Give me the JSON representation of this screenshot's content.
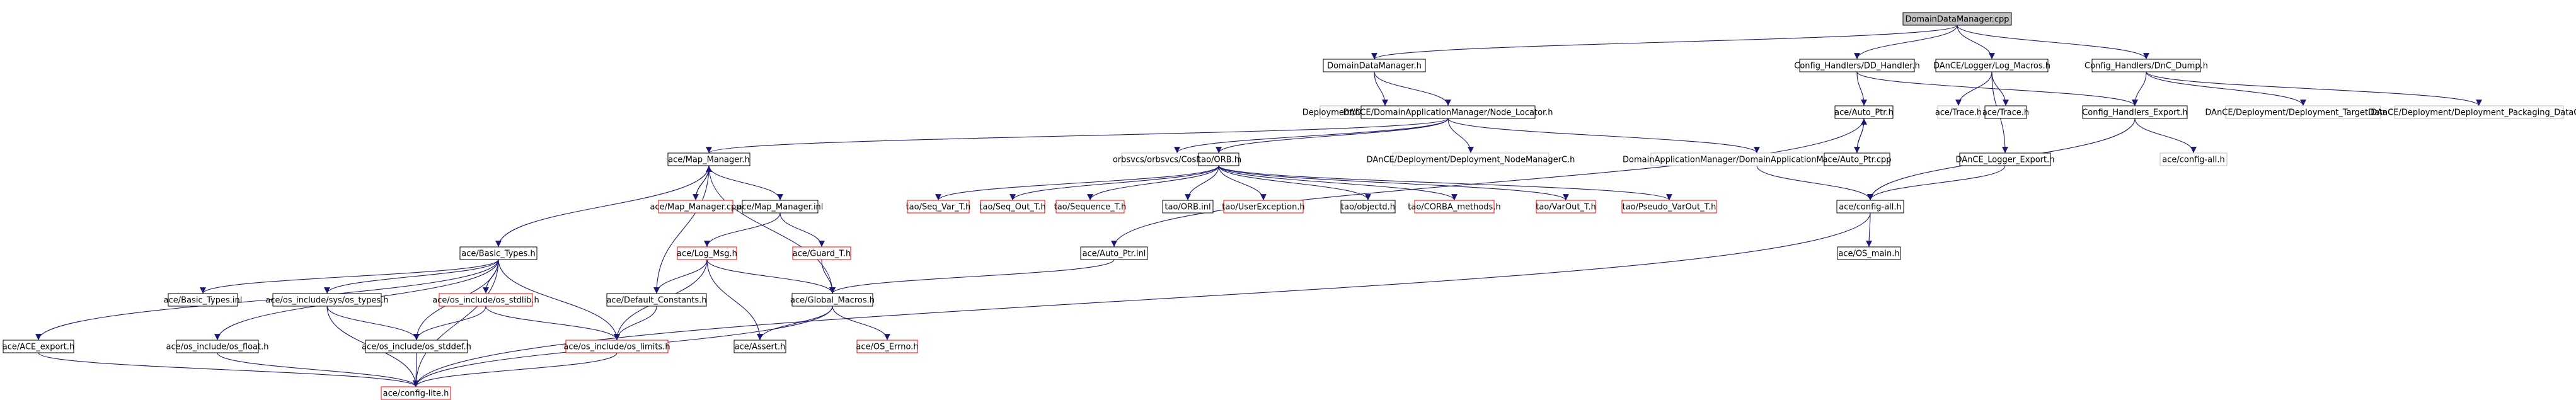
{
  "colors": {
    "edge": "#191970",
    "node_border_default": "#000000",
    "node_border_missing": "#ff0000",
    "node_border_plain": "#bfbfbf",
    "root_fill": "#bfbfbf",
    "background": "#ffffff"
  },
  "nodes": {
    "root": {
      "label": "DomainDataManager.cpp",
      "kind": "root"
    },
    "ddm_h": {
      "label": "DomainDataManager.h",
      "kind": "normal"
    },
    "cfg_dd": {
      "label": "Config_Handlers/DD_Handler.h",
      "kind": "normal"
    },
    "log_macros": {
      "label": "DAnCE/Logger/Log_Macros.h",
      "kind": "normal"
    },
    "cfg_dnc": {
      "label": "Config_Handlers/DnC_Dump.h",
      "kind": "normal"
    },
    "dep_target": {
      "label": "Deployment/Deployment_TargetDataC.h",
      "kind": "plain"
    },
    "node_locator": {
      "label": "DAnCE/DomainApplicationManager/Node_Locator.h",
      "kind": "normal"
    },
    "auto_ptr_h": {
      "label": "ace/Auto_Ptr.h",
      "kind": "normal"
    },
    "ace_trace_h1": {
      "label": "ace/Trace.h",
      "kind": "plain"
    },
    "ace_trace_h2": {
      "label": "ace/Trace.h",
      "kind": "normal"
    },
    "cfg_export": {
      "label": "Config_Handlers_Export.h",
      "kind": "normal"
    },
    "dance_dep_target": {
      "label": "DAnCE/Deployment/Deployment_TargetDataC.h",
      "kind": "plain"
    },
    "dance_dep_pkg": {
      "label": "DAnCE/Deployment/Deployment_Packaging_DataC.h",
      "kind": "plain"
    },
    "map_manager_h": {
      "label": "ace/Map_Manager.h",
      "kind": "normal"
    },
    "cosnaming": {
      "label": "orbsvcs/orbsvcs/CosNamingC.h",
      "kind": "plain"
    },
    "tao_orb": {
      "label": "tao/ORB.h",
      "kind": "normal"
    },
    "dep_nodemgr": {
      "label": "DAnCE/Deployment/Deployment_NodeManagerC.h",
      "kind": "plain"
    },
    "dam_export": {
      "label": "DomainApplicationManager/DomainApplicationManager_Export.h",
      "kind": "plain"
    },
    "auto_ptr_cpp": {
      "label": "ace/Auto_Ptr.cpp",
      "kind": "normal"
    },
    "dance_logger_export": {
      "label": "DAnCE_Logger_Export.h",
      "kind": "normal"
    },
    "config_all_plain": {
      "label": "ace/config-all.h",
      "kind": "plain"
    },
    "map_manager_cpp": {
      "label": "ace/Map_Manager.cpp",
      "kind": "missing"
    },
    "map_manager_inl": {
      "label": "ace/Map_Manager.inl",
      "kind": "normal"
    },
    "seq_var": {
      "label": "tao/Seq_Var_T.h",
      "kind": "missing"
    },
    "seq_out": {
      "label": "tao/Seq_Out_T.h",
      "kind": "missing"
    },
    "sequence_t": {
      "label": "tao/Sequence_T.h",
      "kind": "missing"
    },
    "orb_inl": {
      "label": "tao/ORB.inl",
      "kind": "normal"
    },
    "user_exc": {
      "label": "tao/UserException.h",
      "kind": "missing"
    },
    "objectd": {
      "label": "tao/objectd.h",
      "kind": "normal"
    },
    "corba_methods": {
      "label": "tao/CORBA_methods.h",
      "kind": "missing"
    },
    "varout": {
      "label": "tao/VarOut_T.h",
      "kind": "missing"
    },
    "pseudo_varout": {
      "label": "tao/Pseudo_VarOut_T.h",
      "kind": "missing"
    },
    "config_all": {
      "label": "ace/config-all.h",
      "kind": "normal"
    },
    "basic_types_h": {
      "label": "ace/Basic_Types.h",
      "kind": "normal"
    },
    "log_msg": {
      "label": "ace/Log_Msg.h",
      "kind": "missing"
    },
    "guard_t": {
      "label": "ace/Guard_T.h",
      "kind": "missing"
    },
    "auto_ptr_inl": {
      "label": "ace/Auto_Ptr.inl",
      "kind": "normal"
    },
    "os_main": {
      "label": "ace/OS_main.h",
      "kind": "normal"
    },
    "basic_types_inl": {
      "label": "ace/Basic_Types.inl",
      "kind": "normal"
    },
    "sys_types": {
      "label": "ace/os_include/sys/os_types.h",
      "kind": "normal"
    },
    "os_stdlib": {
      "label": "ace/os_include/os_stdlib.h",
      "kind": "missing"
    },
    "default_constants": {
      "label": "ace/Default_Constants.h",
      "kind": "normal"
    },
    "global_macros": {
      "label": "ace/Global_Macros.h",
      "kind": "normal"
    },
    "ace_export": {
      "label": "ace/ACE_export.h",
      "kind": "normal"
    },
    "os_float": {
      "label": "ace/os_include/os_float.h",
      "kind": "normal"
    },
    "os_stddef": {
      "label": "ace/os_include/os_stddef.h",
      "kind": "normal"
    },
    "ace_assert": {
      "label": "ace/Assert.h",
      "kind": "normal"
    },
    "os_errno": {
      "label": "ace/OS_Errno.h",
      "kind": "missing"
    },
    "os_limits": {
      "label": "ace/os_include/os_limits.h",
      "kind": "missing"
    },
    "config_lite": {
      "label": "ace/config-lite.h",
      "kind": "missing"
    }
  },
  "edges": [
    [
      "root",
      "ddm_h"
    ],
    [
      "root",
      "cfg_dd"
    ],
    [
      "root",
      "log_macros"
    ],
    [
      "root",
      "cfg_dnc"
    ],
    [
      "ddm_h",
      "dep_target"
    ],
    [
      "ddm_h",
      "node_locator"
    ],
    [
      "cfg_dd",
      "auto_ptr_h"
    ],
    [
      "cfg_dd",
      "cfg_export"
    ],
    [
      "log_macros",
      "ace_trace_h1"
    ],
    [
      "log_macros",
      "ace_trace_h2"
    ],
    [
      "log_macros",
      "dance_logger_export"
    ],
    [
      "cfg_dnc",
      "cfg_export"
    ],
    [
      "cfg_dnc",
      "dance_dep_target"
    ],
    [
      "cfg_dnc",
      "dance_dep_pkg"
    ],
    [
      "node_locator",
      "map_manager_h"
    ],
    [
      "node_locator",
      "cosnaming"
    ],
    [
      "node_locator",
      "tao_orb"
    ],
    [
      "node_locator",
      "dep_nodemgr"
    ],
    [
      "node_locator",
      "dam_export"
    ],
    [
      "auto_ptr_h",
      "auto_ptr_cpp"
    ],
    [
      "auto_ptr_cpp",
      "auto_ptr_h"
    ],
    [
      "auto_ptr_h",
      "auto_ptr_inl"
    ],
    [
      "cfg_export",
      "config_all_plain"
    ],
    [
      "cfg_export",
      "config_all"
    ],
    [
      "dance_logger_export",
      "config_all"
    ],
    [
      "dam_export",
      "config_all"
    ],
    [
      "map_manager_h",
      "map_manager_cpp"
    ],
    [
      "map_manager_cpp",
      "map_manager_h"
    ],
    [
      "map_manager_h",
      "map_manager_inl"
    ],
    [
      "map_manager_h",
      "basic_types_h"
    ],
    [
      "map_manager_h",
      "default_constants"
    ],
    [
      "map_manager_h",
      "global_macros"
    ],
    [
      "map_manager_inl",
      "log_msg"
    ],
    [
      "map_manager_inl",
      "guard_t"
    ],
    [
      "tao_orb",
      "seq_var"
    ],
    [
      "tao_orb",
      "seq_out"
    ],
    [
      "tao_orb",
      "sequence_t"
    ],
    [
      "tao_orb",
      "orb_inl"
    ],
    [
      "tao_orb",
      "user_exc"
    ],
    [
      "tao_orb",
      "objectd"
    ],
    [
      "tao_orb",
      "corba_methods"
    ],
    [
      "tao_orb",
      "varout"
    ],
    [
      "tao_orb",
      "pseudo_varout"
    ],
    [
      "config_all",
      "os_main"
    ],
    [
      "config_all",
      "config_lite"
    ],
    [
      "auto_ptr_inl",
      "global_macros"
    ],
    [
      "log_msg",
      "default_constants"
    ],
    [
      "log_msg",
      "global_macros"
    ],
    [
      "log_msg",
      "ace_assert"
    ],
    [
      "log_msg",
      "os_limits"
    ],
    [
      "guard_t",
      "global_macros"
    ],
    [
      "basic_types_h",
      "ace_export"
    ],
    [
      "basic_types_h",
      "basic_types_inl"
    ],
    [
      "basic_types_h",
      "sys_types"
    ],
    [
      "basic_types_h",
      "os_stdlib"
    ],
    [
      "basic_types_h",
      "os_float"
    ],
    [
      "basic_types_h",
      "os_stddef"
    ],
    [
      "basic_types_h",
      "os_limits"
    ],
    [
      "basic_types_h",
      "config_lite"
    ],
    [
      "sys_types",
      "os_stddef"
    ],
    [
      "sys_types",
      "config_lite"
    ],
    [
      "os_stdlib",
      "os_stddef"
    ],
    [
      "os_stdlib",
      "os_limits"
    ],
    [
      "default_constants",
      "os_limits"
    ],
    [
      "global_macros",
      "ace_assert"
    ],
    [
      "global_macros",
      "os_errno"
    ],
    [
      "global_macros",
      "config_lite"
    ],
    [
      "ace_export",
      "config_lite"
    ],
    [
      "os_float",
      "config_lite"
    ],
    [
      "os_stddef",
      "config_lite"
    ],
    [
      "os_limits",
      "config_lite"
    ]
  ]
}
